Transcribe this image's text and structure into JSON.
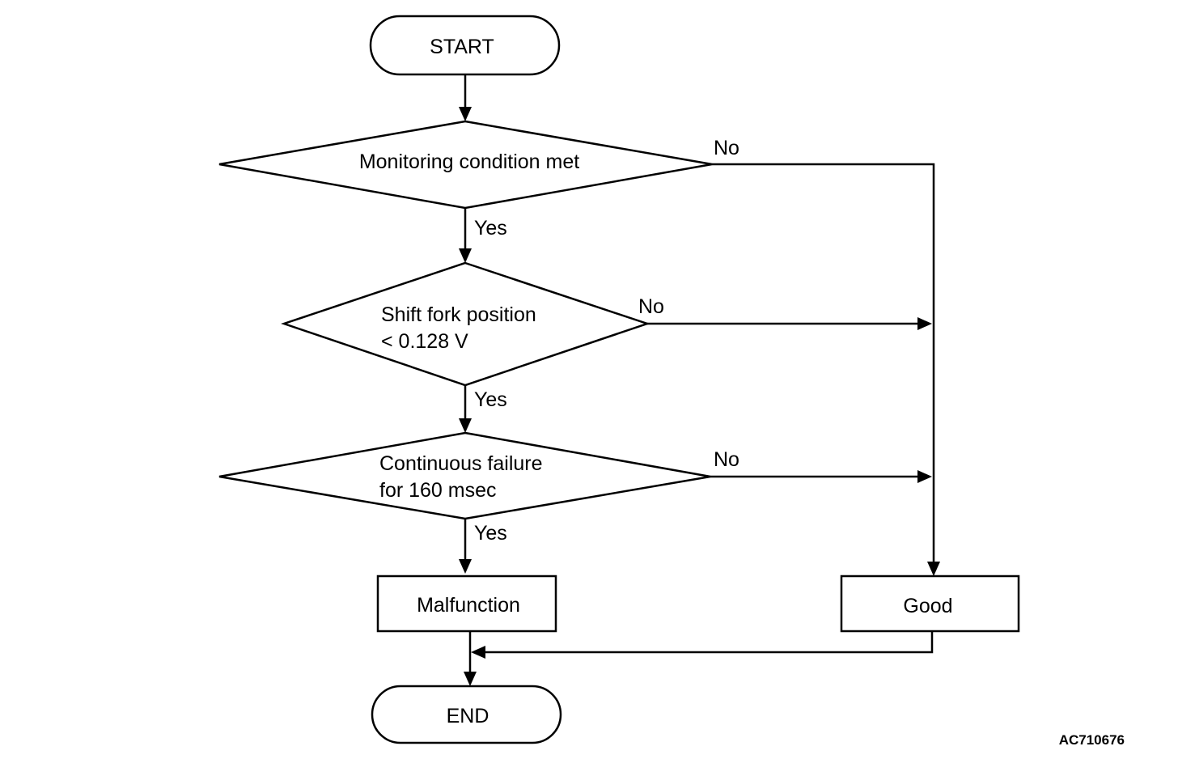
{
  "diagram": {
    "nodes": {
      "start": {
        "type": "terminator",
        "label": "START"
      },
      "monitoring": {
        "type": "decision",
        "lines": [
          "Monitoring condition met"
        ]
      },
      "shift_fork": {
        "type": "decision",
        "lines": [
          "Shift fork position",
          "< 0.128 V"
        ]
      },
      "continuous": {
        "type": "decision",
        "lines": [
          "Continuous failure",
          "for 160 msec"
        ]
      },
      "malfunction": {
        "type": "process",
        "label": "Malfunction"
      },
      "good": {
        "type": "process",
        "label": "Good"
      },
      "end": {
        "type": "terminator",
        "label": "END"
      }
    },
    "edges": [
      {
        "from": "start",
        "to": "monitoring",
        "label": ""
      },
      {
        "from": "monitoring",
        "to": "shift_fork",
        "label": "Yes"
      },
      {
        "from": "monitoring",
        "to": "good",
        "label": "No"
      },
      {
        "from": "shift_fork",
        "to": "continuous",
        "label": "Yes"
      },
      {
        "from": "shift_fork",
        "to": "good",
        "label": "No"
      },
      {
        "from": "continuous",
        "to": "malfunction",
        "label": "Yes"
      },
      {
        "from": "continuous",
        "to": "good",
        "label": "No"
      },
      {
        "from": "malfunction",
        "to": "end",
        "label": ""
      },
      {
        "from": "good",
        "to": "end",
        "label": ""
      }
    ],
    "figure_id": "AC710676"
  }
}
